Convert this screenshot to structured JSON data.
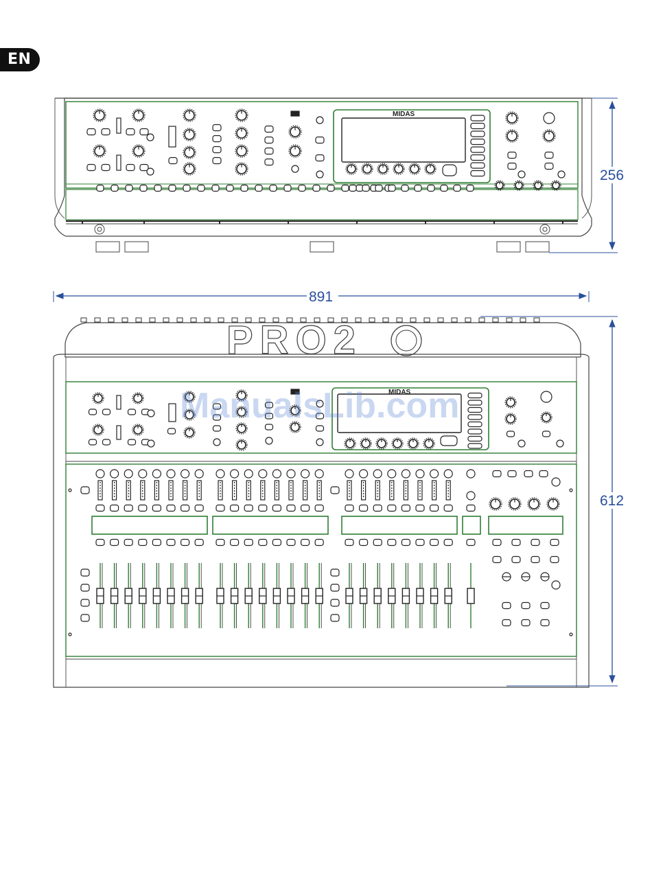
{
  "language_tab": "EN",
  "dimensions": {
    "front_height": "256",
    "top_width": "891",
    "top_depth": "612"
  },
  "brand": {
    "screen_brand": "MIDAS",
    "console_logo": "PRO2"
  },
  "watermark": "ManualsLib.com",
  "colors": {
    "dimension_line": "#2a4f9c",
    "outline_green": "#2e7d32",
    "outline_dark": "#333333"
  }
}
